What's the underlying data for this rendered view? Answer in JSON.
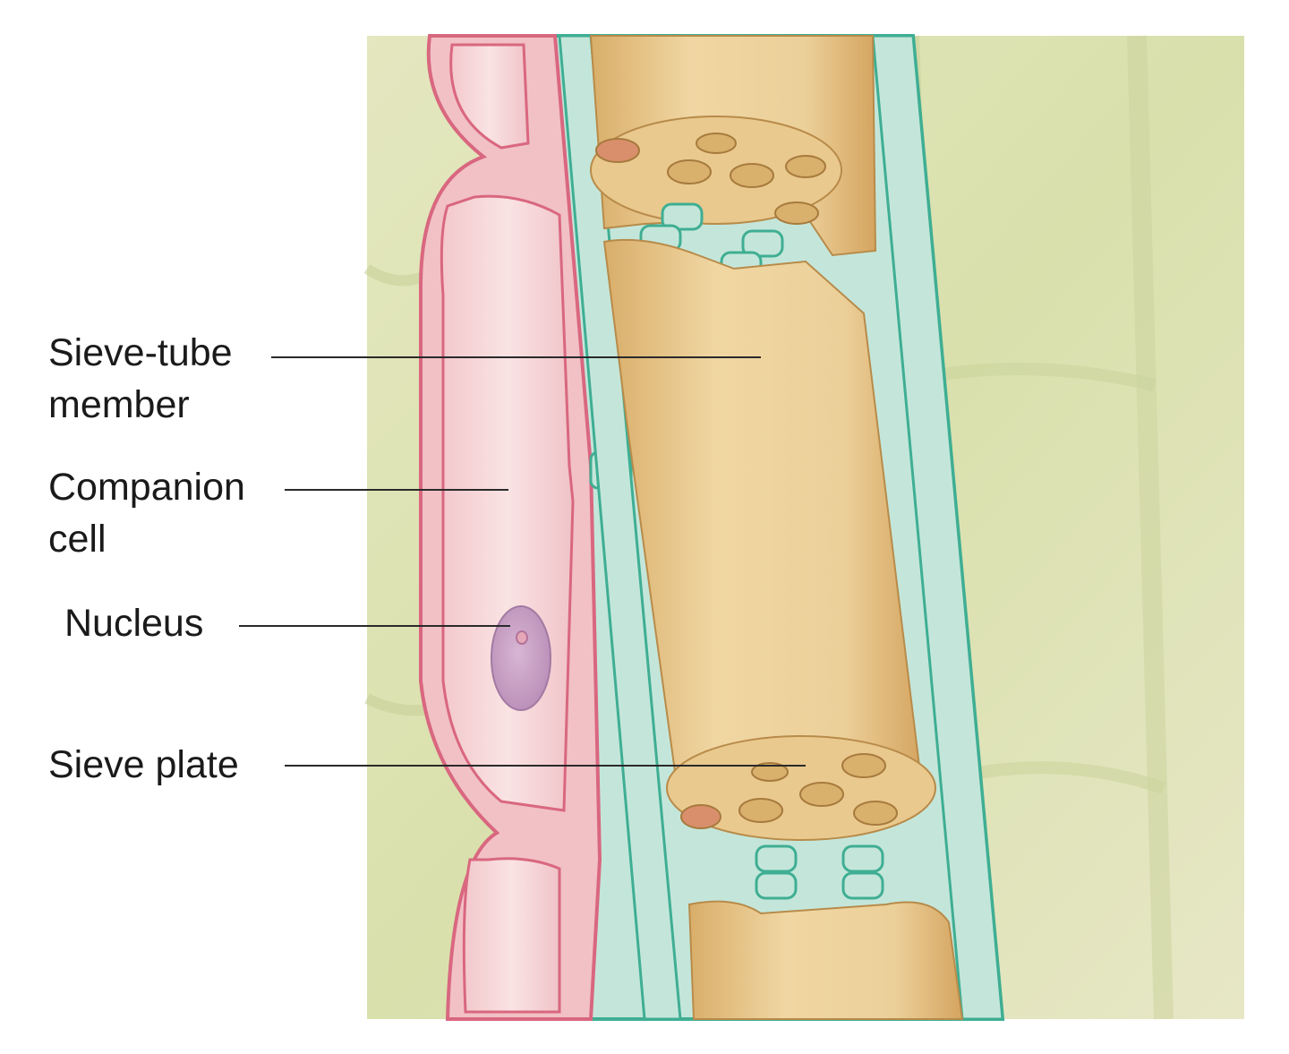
{
  "labels": {
    "sieve_tube_member": {
      "line1": "Sieve-tube",
      "line2": "member"
    },
    "companion_cell": {
      "line1": "Companion",
      "line2": "cell"
    },
    "nucleus": {
      "line1": "Nucleus"
    },
    "sieve_plate": {
      "line1": "Sieve plate"
    }
  },
  "colors": {
    "background_tissue": "#dfe3b8",
    "cell_wall": "#bfe3d6",
    "cell_wall_edge": "#3fae93",
    "sieve_tube": "#e9c98e",
    "sieve_tube_shade": "#d6aa64",
    "companion_cell": "#f6d5d6",
    "companion_cell_wall": "#d9677f",
    "nucleus": "#c9a3c6",
    "text": "#1a1a1a"
  }
}
